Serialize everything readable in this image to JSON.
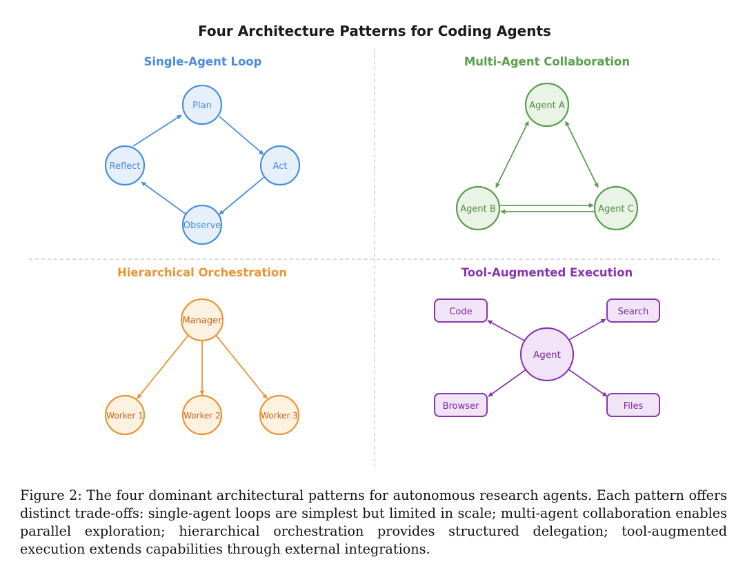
{
  "figure": {
    "title": "Four Architecture Patterns for Coding Agents",
    "panels": {
      "single_agent": {
        "title": "Single-Agent Loop",
        "color": "#4a8ddc",
        "fill": "#e6f0fb",
        "nodes": [
          "Plan",
          "Act",
          "Observe",
          "Reflect"
        ]
      },
      "multi_agent": {
        "title": "Multi-Agent Collaboration",
        "color": "#5b9e4e",
        "fill": "#e9f3e6",
        "nodes": [
          "Agent A",
          "Agent B",
          "Agent C"
        ]
      },
      "hierarchical": {
        "title": "Hierarchical Orchestration",
        "color": "#ea9536",
        "fill": "#fdf1df",
        "label_color": "#c8641e",
        "nodes": [
          "Manager",
          "Worker 1",
          "Worker 2",
          "Worker 3"
        ]
      },
      "tool_augmented": {
        "title": "Tool-Augmented Execution",
        "color": "#8a35b0",
        "fill": "#f1e4f6",
        "center": "Agent",
        "tools": [
          "Code",
          "Search",
          "Browser",
          "Files"
        ]
      }
    }
  },
  "caption": "Figure 2: The four dominant architectural patterns for autonomous research agents. Each pattern offers distinct trade-offs: single-agent loops are simplest but limited in scale; multi-agent collaboration enables parallel exploration; hierarchical orchestration provides structured delegation; tool-augmented execution extends capabilities through external integrations."
}
